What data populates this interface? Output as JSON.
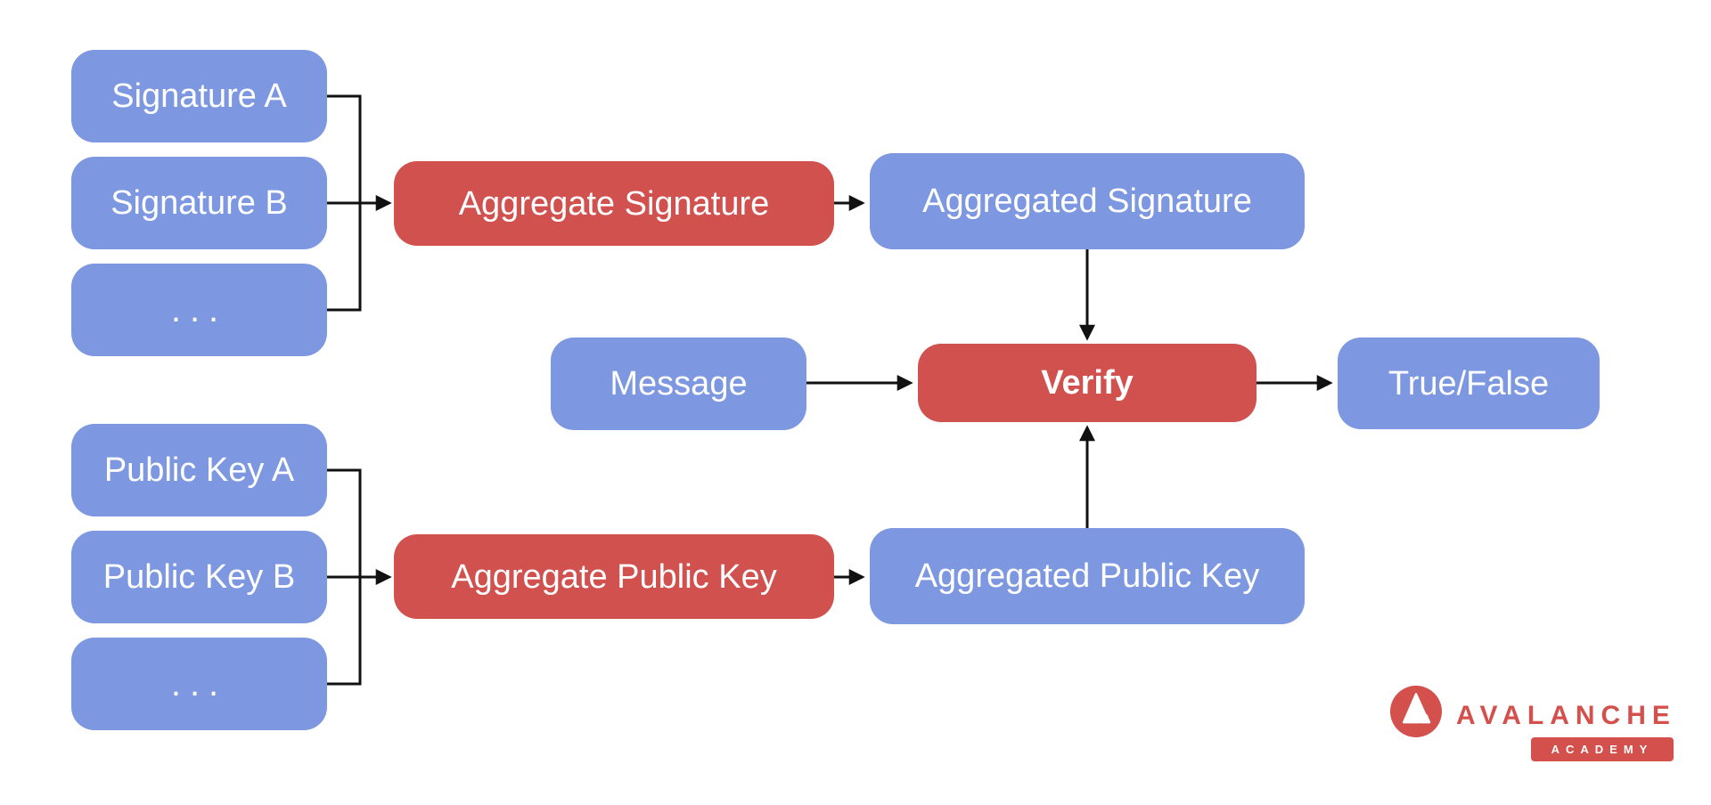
{
  "diagram": {
    "signature_inputs": {
      "a": "Signature A",
      "b": "Signature B",
      "more": "..."
    },
    "public_key_inputs": {
      "a": "Public Key A",
      "b": "Public Key B",
      "more": "..."
    },
    "process": {
      "aggregate_signature": "Aggregate Signature",
      "aggregated_signature": "Aggregated Signature",
      "aggregate_public_key": "Aggregate Public Key",
      "aggregated_public_key": "Aggregated Public Key",
      "message": "Message",
      "verify": "Verify",
      "result": "True/False"
    },
    "colors": {
      "input_blue": "#7d98e1",
      "action_red": "#d1514e",
      "arrow": "#111111",
      "label_text": "#ffffff"
    }
  },
  "branding": {
    "logo_icon": "avalanche-logo",
    "wordmark": "AVALANCHE",
    "badge": "ACADEMY",
    "brand_color": "#d4504c"
  }
}
